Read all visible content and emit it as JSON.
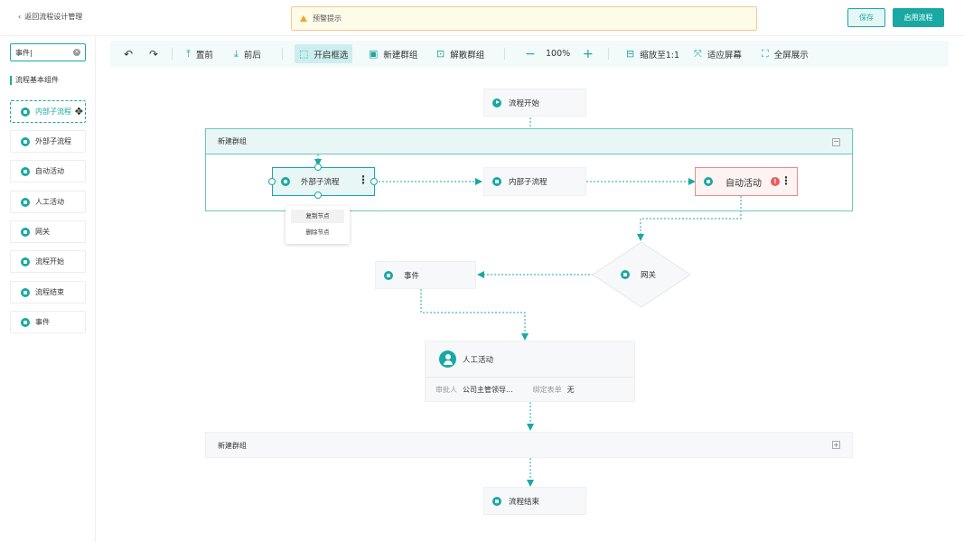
{
  "header": {
    "back_label": "返回流程设计管理",
    "warning_text": "预警提示",
    "save_label": "保存",
    "enable_label": "启用流程"
  },
  "sidebar": {
    "search_value": "事件",
    "section_title": "流程基本组件",
    "items": [
      {
        "label": "内部子流程",
        "icon": "subflow-icon"
      },
      {
        "label": "外部子流程",
        "icon": "subflow-icon"
      },
      {
        "label": "自动活动",
        "icon": "auto-icon"
      },
      {
        "label": "人工活动",
        "icon": "person-icon"
      },
      {
        "label": "网关",
        "icon": "gateway-icon"
      },
      {
        "label": "流程开始",
        "icon": "play-icon"
      },
      {
        "label": "流程结束",
        "icon": "stop-icon"
      },
      {
        "label": "事件",
        "icon": "bolt-icon"
      }
    ]
  },
  "toolbar": {
    "top_label": "置前",
    "back_label": "前后",
    "select_label": "开启框选",
    "new_group_label": "新建群组",
    "ungroup_label": "解散群组",
    "zoom": "100%",
    "scale_label": "缩放至1:1",
    "fit_label": "适应屏幕",
    "fullscreen_label": "全屏展示"
  },
  "canvas": {
    "start_label": "流程开始",
    "group1_label": "新建群组",
    "external_label": "外部子流程",
    "internal_label": "内部子流程",
    "auto_label": "自动活动",
    "menu_copy": "复制节点",
    "menu_delete": "删除节点",
    "gateway_label": "网关",
    "event_label": "事件",
    "manual_label": "人工活动",
    "approver_key": "审批人",
    "approver_value": "公司主管领导...",
    "form_key": "绑定表单",
    "form_value": "无",
    "group2_label": "新建群组",
    "end_label": "流程结束"
  },
  "colors": {
    "accent": "#19a8a3",
    "warning_bg": "#fffbe9",
    "error": "#e85e5e"
  }
}
